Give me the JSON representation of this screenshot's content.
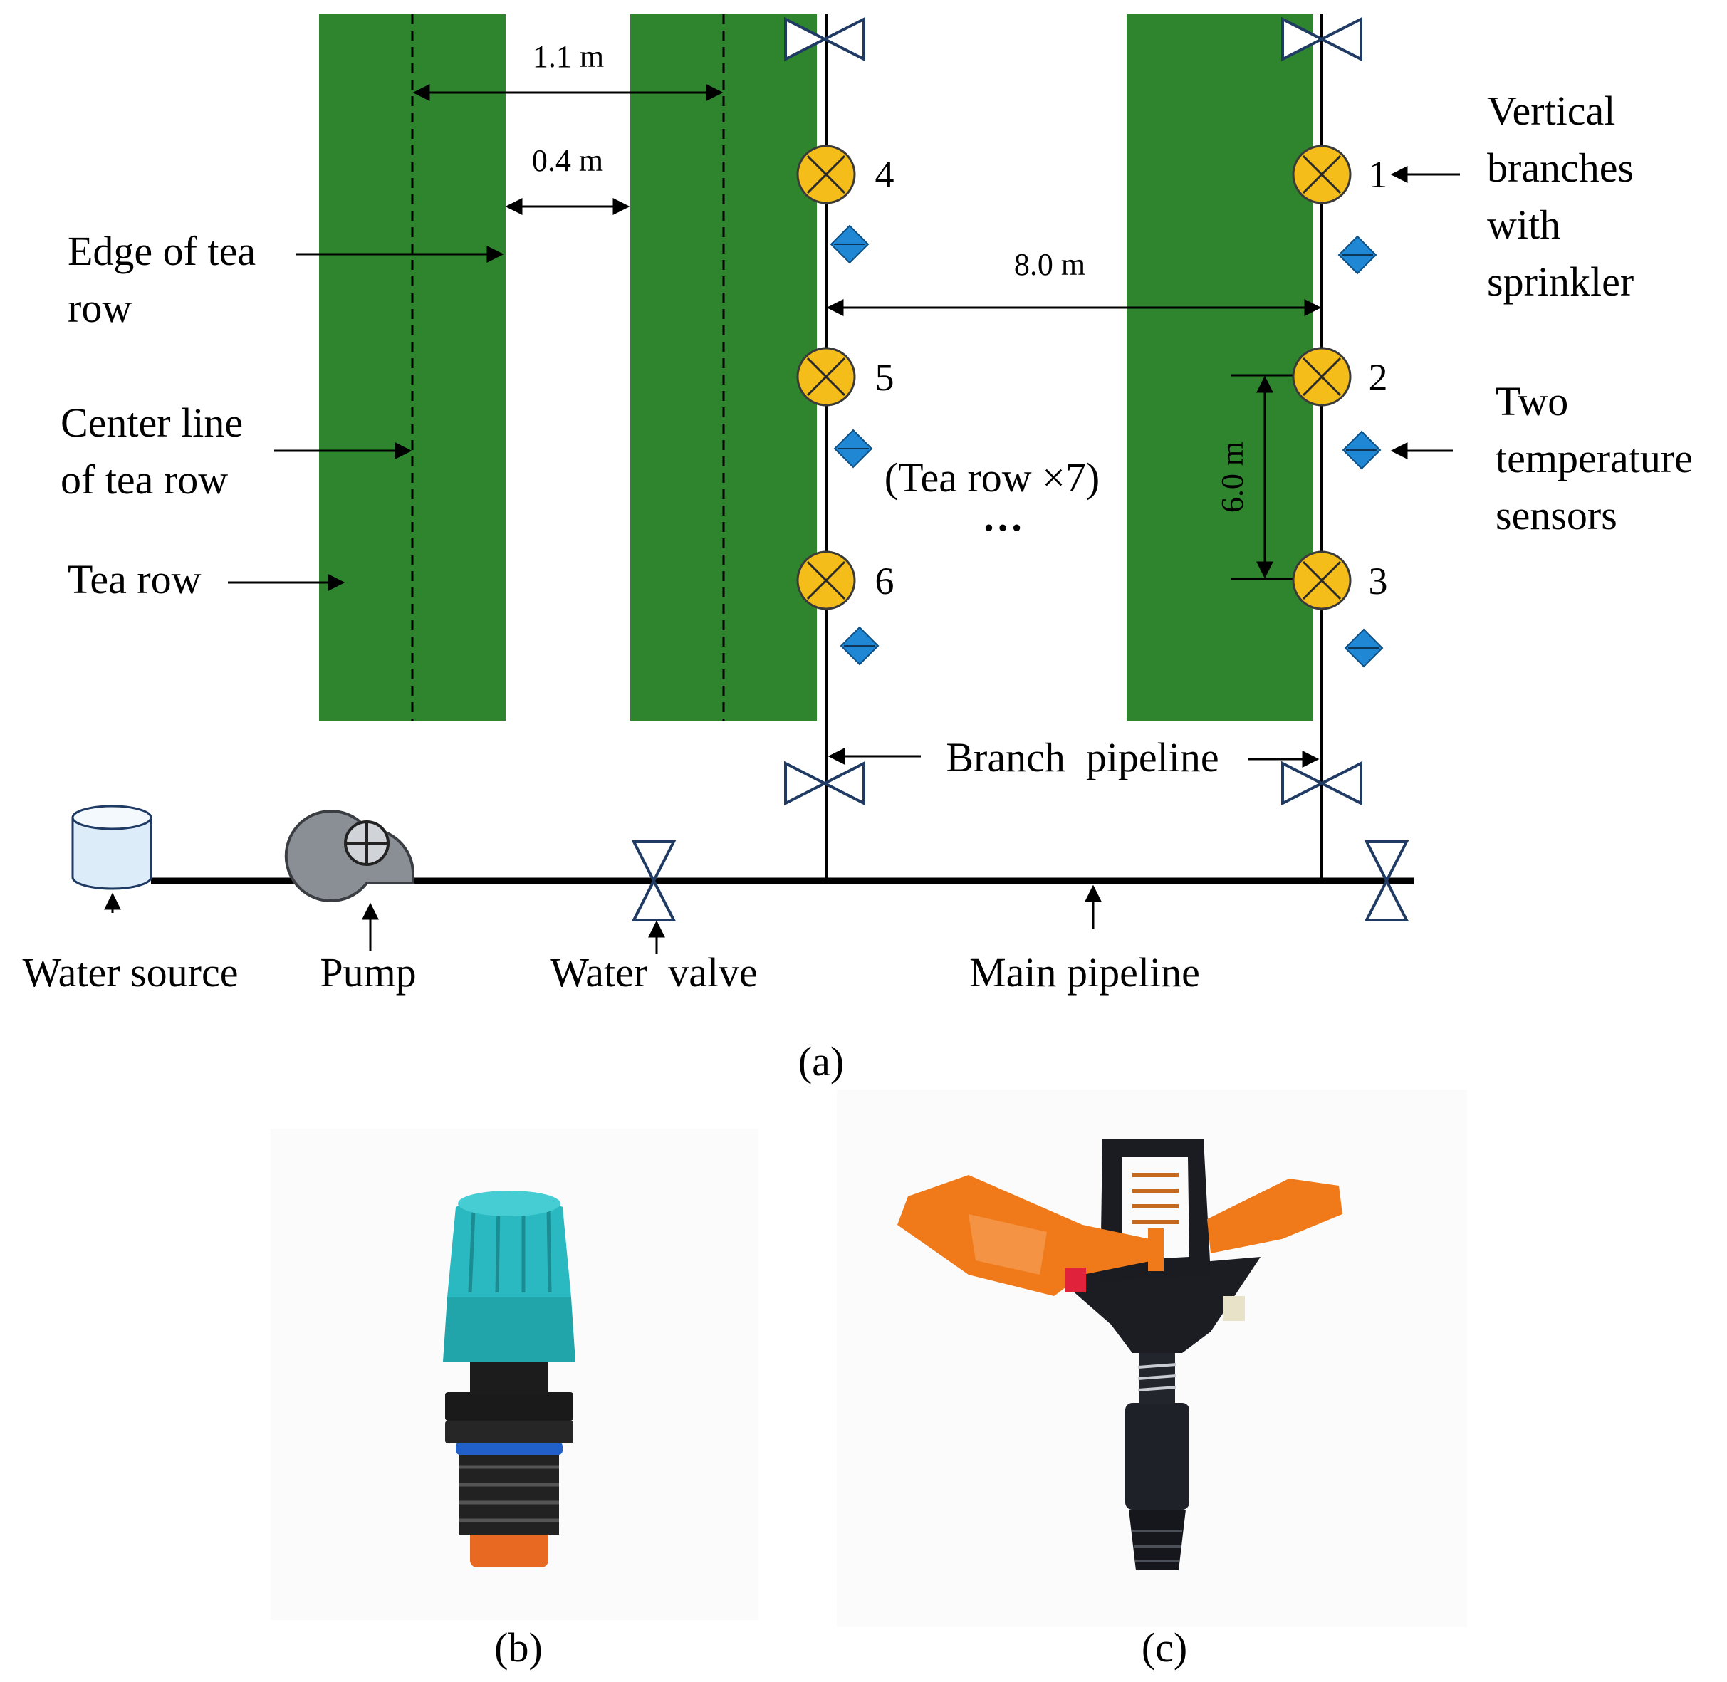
{
  "dimensions": {
    "row_pitch": "1.1 m",
    "inter_row_gap": "0.4 m",
    "branch_spacing": "8.0 m",
    "sprinkler_spacing": "6.0 m"
  },
  "labels": {
    "edge_of_row": [
      "Edge of tea",
      "row"
    ],
    "center_line": [
      "Center line",
      "of tea row"
    ],
    "tea_row": "Tea row",
    "tea_row_count": "(Tea row ×7)",
    "ellipsis": "…",
    "vertical_branches": [
      "Vertical",
      "branches",
      "with",
      "sprinkler"
    ],
    "temperature_sensors": [
      "Two",
      "temperature",
      "sensors"
    ],
    "branch_pipeline": "Branch  pipeline",
    "water_source": "Water source",
    "pump": "Pump",
    "water_valve": "Water  valve",
    "main_pipeline": "Main pipeline"
  },
  "sprinkler_numbers": [
    "1",
    "2",
    "3",
    "4",
    "5",
    "6"
  ],
  "panel_labels": {
    "a": "(a)",
    "b": "(b)",
    "c": "(c)"
  },
  "colors": {
    "tea_row": "#2e852e",
    "sprinkler": "#f5bd19",
    "sensor": "#1f87d4",
    "valve": "#1f3a63",
    "tank": "#dcecf8",
    "pump": "#8a8f96",
    "cap_teal": "#2ab1b8",
    "orange": "#f07a1a"
  }
}
